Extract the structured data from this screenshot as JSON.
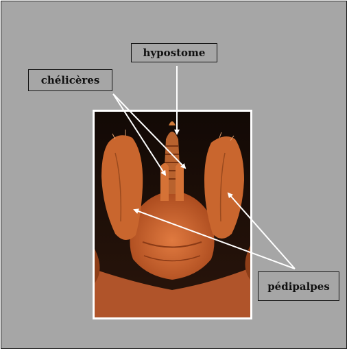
{
  "labels": {
    "hypostome": "hypostome",
    "cheliceres": "chélicères",
    "pedipalpes": "pédipalpes"
  },
  "colors": {
    "background": "#a6a6a6",
    "arrow": "#ffffff",
    "photo_border": "#ffffff",
    "specimen": "#c8602a"
  },
  "image": {
    "subject": "scanning electron micrograph of tick mouthparts"
  }
}
